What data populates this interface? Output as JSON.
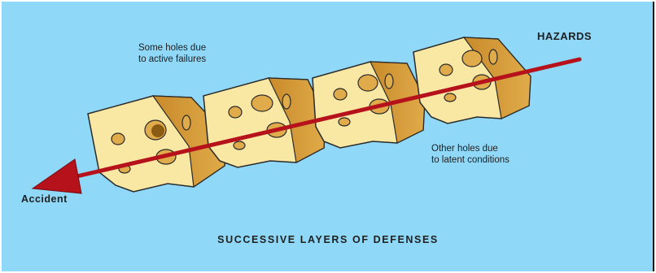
{
  "labels": {
    "hazards": "HAZARDS",
    "accident": "Accident",
    "active_line1": "Some holes due",
    "active_line2": "to active failures",
    "latent_line1": "Other holes due",
    "latent_line2": "to latent conditions",
    "footer": "SUCCESSIVE LAYERS OF DEFENSES"
  },
  "colors": {
    "background": "#8fd8f8",
    "cheese_front": "#f8e8a4",
    "cheese_side": "#d79e3a",
    "cheese_top": "#fbeec0",
    "arrow": "#b5121b",
    "outline": "#2a2a2a"
  },
  "icons": [
    "cheese-slice",
    "hole",
    "arrow"
  ]
}
